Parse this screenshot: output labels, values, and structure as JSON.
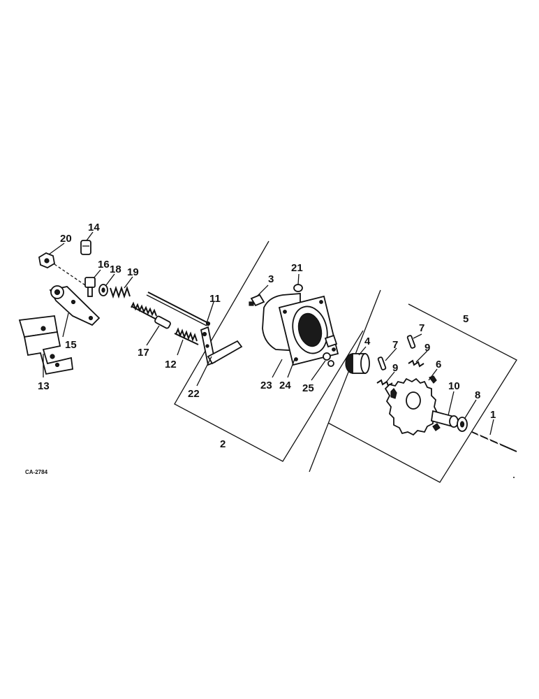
{
  "figure_code": "CA-2784",
  "callouts": {
    "c1": "1",
    "c2": "2",
    "c3": "3",
    "c4": "4",
    "c5": "5",
    "c6": "6",
    "c7a": "7",
    "c7b": "7",
    "c8": "8",
    "c9a": "9",
    "c9b": "9",
    "c10": "10",
    "c11": "11",
    "c12": "12",
    "c13": "13",
    "c14": "14",
    "c15": "15",
    "c16": "16",
    "c17": "17",
    "c18": "18",
    "c19": "19",
    "c20": "20",
    "c21": "21",
    "c22": "22",
    "c23": "23",
    "c24": "24",
    "c25": "25"
  }
}
